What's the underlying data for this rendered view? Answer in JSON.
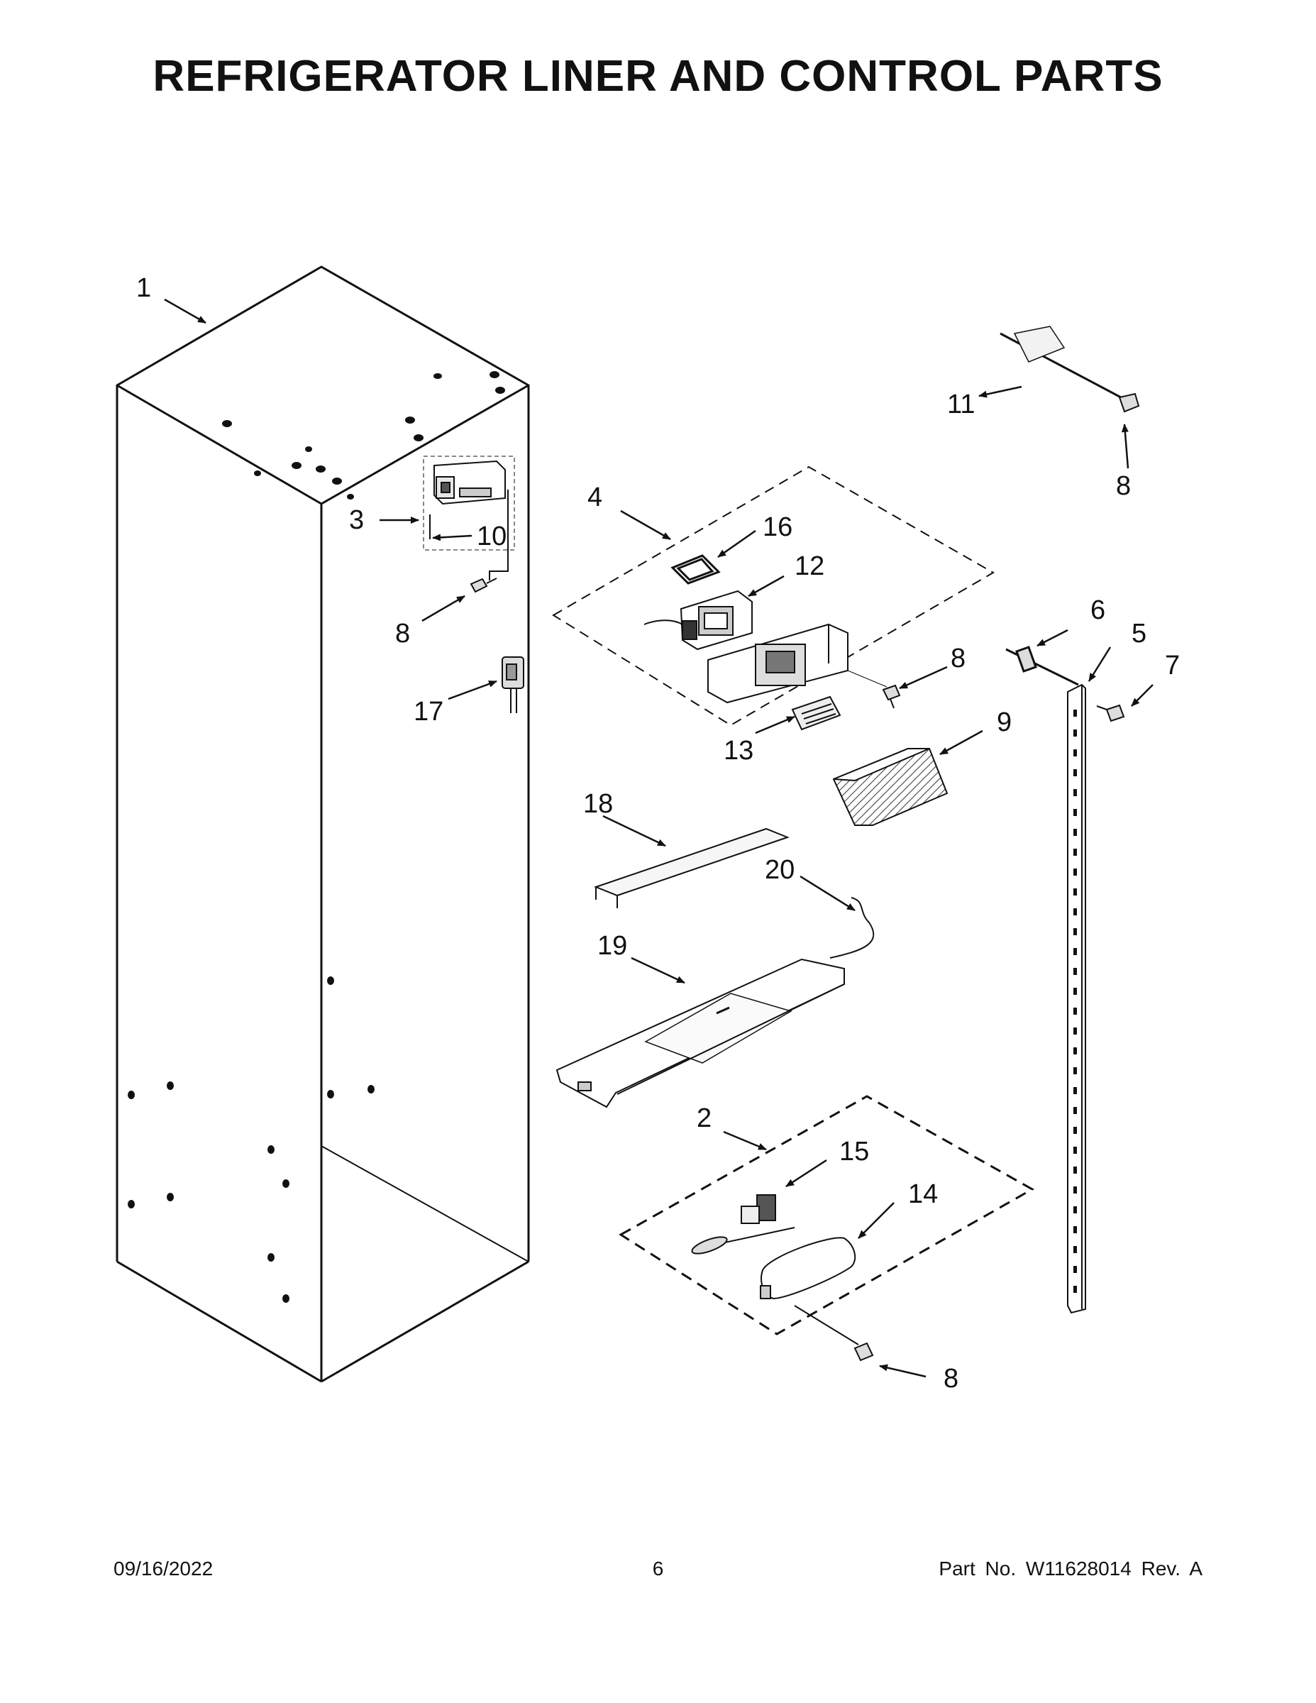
{
  "title": "REFRIGERATOR LINER AND CONTROL PARTS",
  "callouts": {
    "c1": "1",
    "c2": "2",
    "c3": "3",
    "c4": "4",
    "c5": "5",
    "c6": "6",
    "c7": "7",
    "c8a": "8",
    "c8b": "8",
    "c8c": "8",
    "c8d": "8",
    "c9": "9",
    "c10": "10",
    "c11": "11",
    "c12": "12",
    "c13": "13",
    "c14": "14",
    "c15": "15",
    "c16": "16",
    "c17": "17",
    "c18": "18",
    "c19": "19",
    "c20": "20"
  },
  "footer": {
    "date": "09/16/2022",
    "page": "6",
    "part": "Part No.  W11628014  Rev.  A"
  }
}
